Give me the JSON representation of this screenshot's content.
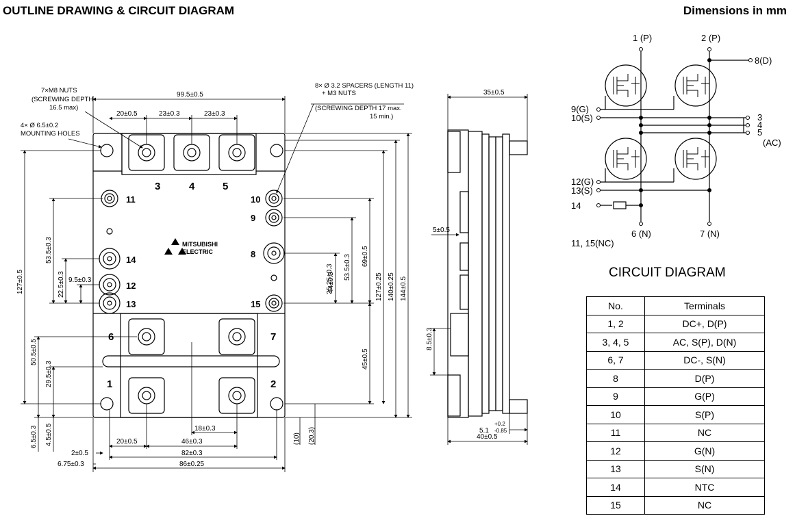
{
  "header": {
    "title": "OUTLINE DRAWING & CIRCUIT DIAGRAM",
    "units": "Dimensions in mm"
  },
  "outline": {
    "callouts": {
      "nuts": [
        "7×M8 NUTS",
        "(SCREWING DEPTH",
        "16.5 max)"
      ],
      "holes": [
        "4× Ø 6.5±0.2",
        "MOUNTING HOLES"
      ],
      "spacers": [
        "8× Ø 3.2 SPACERS (LENGTH 11)",
        "+ M3 NUTS",
        "(SCREWING DEPTH 17 max.",
        "15 min.)"
      ]
    },
    "dims": {
      "top_width": "99.5±0.5",
      "top_a": "20±0.5",
      "top_b": "23±0.3",
      "top_c": "23±0.3",
      "h127": "127±0.5",
      "h53_5l": "53.5±0.3",
      "h22_5": "22.5±0.3",
      "h9_5": "9.5±0.3",
      "h50_5": "50.5±0.5",
      "h29_5": "29.5±0.3",
      "h6_5": "6.5±0.3",
      "h4_5": "4.5±0.5",
      "r44": "44±0.3",
      "r25_25": "25.25±0.3",
      "r53_5": "53.5±0.3",
      "r69": "69±0.5",
      "r127": "127±0.25",
      "r140": "140±0.25",
      "r144": "144±0.5",
      "r45": "45±0.5",
      "b18": "18±0.3",
      "b20": "20±0.5",
      "b46": "46±0.3",
      "b82": "82±0.3",
      "b2": "2±0.5",
      "b6_75": "6.75±0.3",
      "b86": "86±0.25",
      "b10": "(10)",
      "b20_3": "(20.3)",
      "s35": "35±0.5",
      "s5": "5±0.5",
      "s8_5": "8.5±0.3",
      "s5_1": "5.1",
      "s5_1_tol_up": "+0.2",
      "s5_1_tol_dn": "-0.85",
      "s40": "40±0.5"
    },
    "terminal_labels": {
      "t3": "3",
      "t4": "4",
      "t5": "5",
      "t11": "11",
      "t10": "10",
      "t9": "9",
      "t8": "8",
      "t14": "14",
      "t12": "12",
      "t13": "13",
      "t15": "15",
      "t6": "6",
      "t7": "7",
      "t1": "1",
      "t2": "2"
    },
    "logo": [
      "MITSUBISHI",
      "ELECTRIC"
    ]
  },
  "circuit": {
    "labels": {
      "p1": "1 (P)",
      "p2": "2 (P)",
      "p8": "8(D)",
      "g9": "9(G)",
      "s10": "10(S)",
      "ac3": "3",
      "ac4": "4",
      "ac5": "5",
      "ac": "(AC)",
      "g12": "12(G)",
      "s13": "13(S)",
      "t14": "14",
      "n6": "6 (N)",
      "n7": "7 (N)",
      "nc": "11, 15(NC)"
    },
    "title": "CIRCUIT DIAGRAM"
  },
  "table": {
    "headers": [
      "No.",
      "Terminals"
    ],
    "rows": [
      [
        "1, 2",
        "DC+, D(P)"
      ],
      [
        "3, 4, 5",
        "AC, S(P), D(N)"
      ],
      [
        "6, 7",
        "DC-, S(N)"
      ],
      [
        "8",
        "D(P)"
      ],
      [
        "9",
        "G(P)"
      ],
      [
        "10",
        "S(P)"
      ],
      [
        "11",
        "NC"
      ],
      [
        "12",
        "G(N)"
      ],
      [
        "13",
        "S(N)"
      ],
      [
        "14",
        "NTC"
      ],
      [
        "15",
        "NC"
      ]
    ]
  }
}
